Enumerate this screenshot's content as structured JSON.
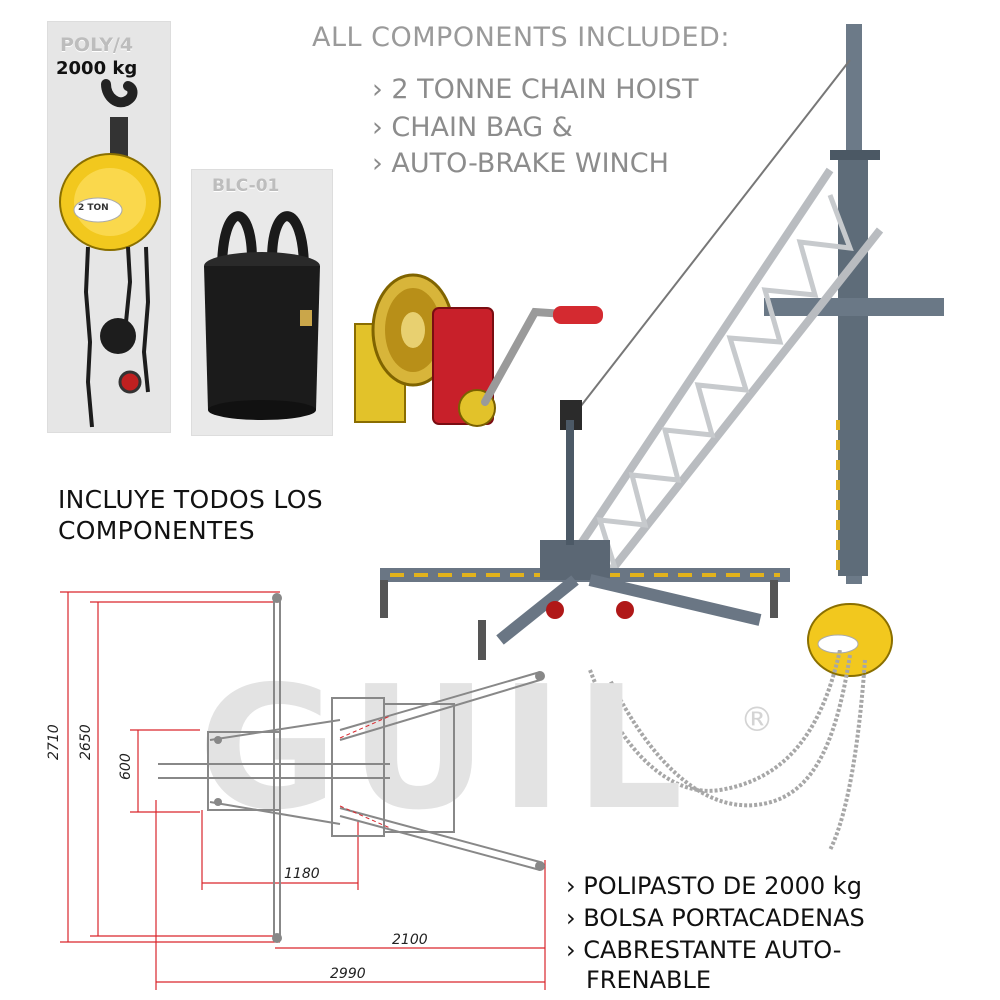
{
  "products": {
    "hoist": {
      "model": "POLY/4",
      "capacity": "2000 kg",
      "plate": "2 TON"
    },
    "bag": {
      "model": "BLC-01"
    }
  },
  "header": {
    "title": "ALL COMPONENTS INCLUDED:",
    "items": [
      "› 2 TONNE CHAIN HOIST",
      "› CHAIN BAG &",
      "› AUTO-BRAKE WINCH"
    ]
  },
  "spanish": {
    "title_line1": "INCLUYE TODOS LOS",
    "title_line2": "COMPONENTES",
    "items": [
      "› POLIPASTO DE 2000 kg",
      "› BOLSA PORTACADENAS",
      "› CABRESTANTE AUTO-",
      "FRENABLE"
    ]
  },
  "dimensions": {
    "d2710": "2710",
    "d2650": "2650",
    "d600": "600",
    "d1180": "1180",
    "d2100": "2100",
    "d2990": "2990"
  },
  "watermark": {
    "text": "GUIL",
    "mark": "®"
  },
  "colors": {
    "hoist_yellow": "#f2c81e",
    "winch_red": "#c8202a",
    "truss": "#b9bcc0",
    "dim_red": "#d9262c"
  }
}
